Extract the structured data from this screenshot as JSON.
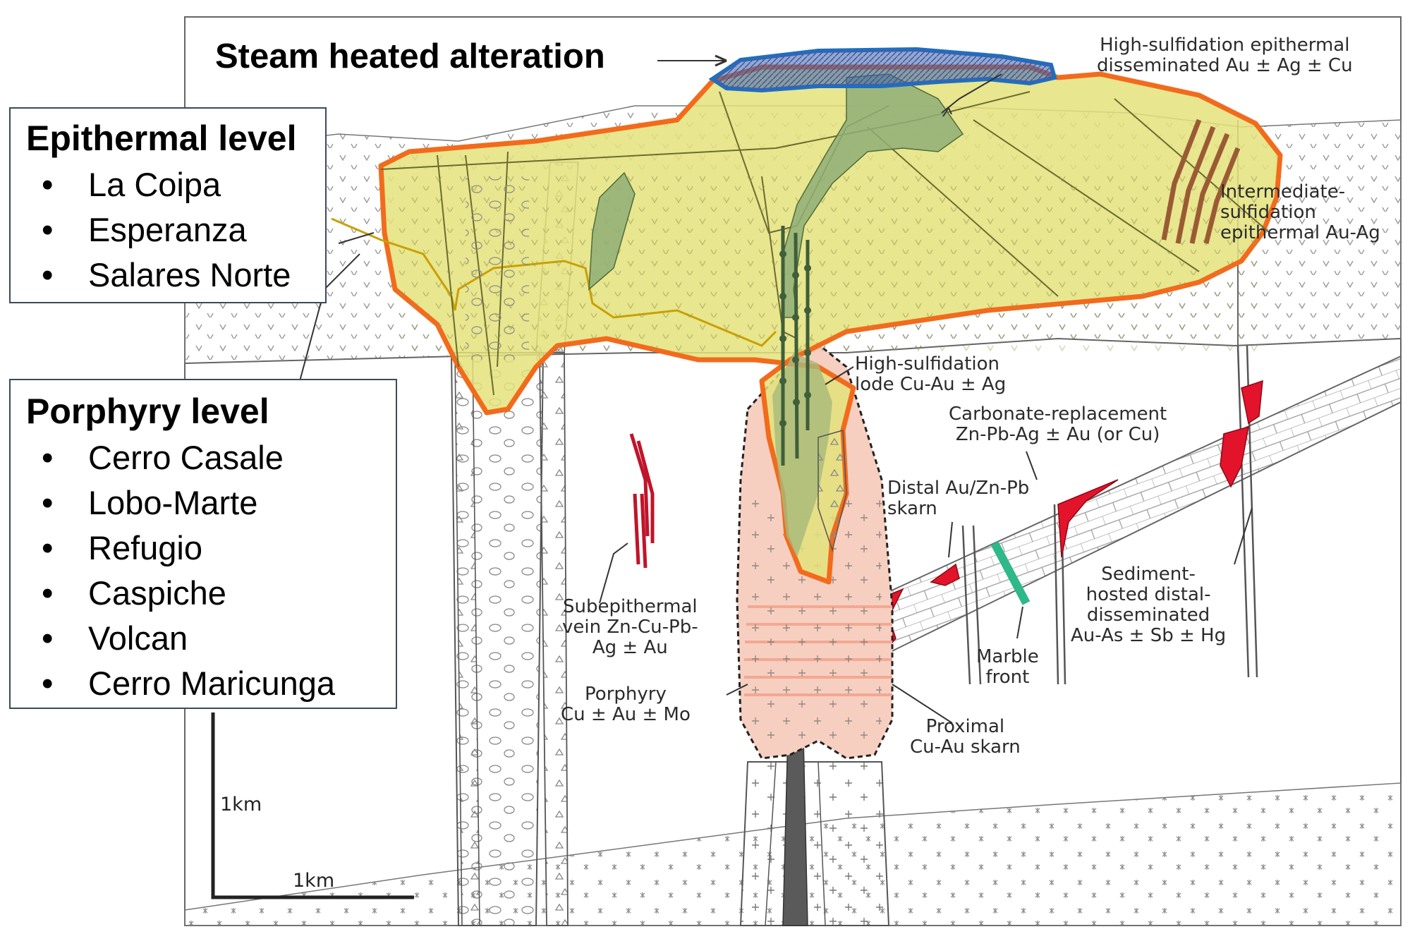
{
  "title": "Steam heated alteration",
  "epithermal": {
    "heading": "Epithermal level",
    "items": [
      "La Coipa",
      "Esperanza",
      "Salares Norte"
    ]
  },
  "porphyry": {
    "heading": "Porphyry level",
    "items": [
      "Cerro Casale",
      "Lobo-Marte",
      "Refugio",
      "Caspiche",
      "Volcan",
      "Cerro Maricunga"
    ]
  },
  "labels": {
    "hs_dissem": "High-sulfidation epithermal\ndisseminated Au ± Ag ± Cu",
    "intermediate": "Intermediate-\nsulfidation\nepithermal Au-Ag",
    "hs_lode": "High-sulfidation\nlode Cu-Au ± Ag",
    "carbonate": "Carbonate-replacement\nZn-Pb-Ag ± Au (or Cu)",
    "distal_skarn": "Distal Au/Zn-Pb\nskarn",
    "sediment": "Sediment-\nhosted distal-\ndisseminated\nAu-As ± Sb ± Hg",
    "marble": "Marble\nfront",
    "subepithermal": "Subepithermal\nvein Zn-Cu-Pb-\nAg ± Au",
    "porphyry_cu": "Porphyry\nCu ± Au ± Mo",
    "proximal": "Proximal\nCu-Au skarn"
  },
  "scale": {
    "vertical": "1km",
    "horizontal": "1km"
  },
  "colors": {
    "epithermal_fill": "#e4e27a",
    "epithermal_outline": "#f26b1d",
    "steam_fill": "#3f5fa8",
    "steam_outline": "#1f6fc0",
    "porphyry_fill": "#f6c6b8",
    "green_alteration": "#8fae78",
    "skarn_red": "#e3132c",
    "marble_green": "#2fb88a",
    "vein_brown": "#9a5b34"
  }
}
